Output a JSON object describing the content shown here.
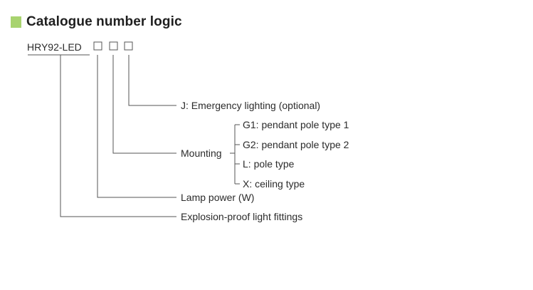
{
  "heading": {
    "title": "Catalogue number logic",
    "marker_color": "#a8d36f"
  },
  "code": {
    "prefix": "HRY92-LED",
    "placeholder_count": 3
  },
  "labels": {
    "emergency": "J: Emergency lighting (optional)",
    "mounting": "Mounting",
    "mounting_options": [
      "G1: pendant pole type 1",
      "G2: pendant pole type 2",
      "L: pole type",
      "X: ceiling type"
    ],
    "lamp_power": "Lamp power (W)",
    "fittings": "Explosion-proof light fittings"
  }
}
